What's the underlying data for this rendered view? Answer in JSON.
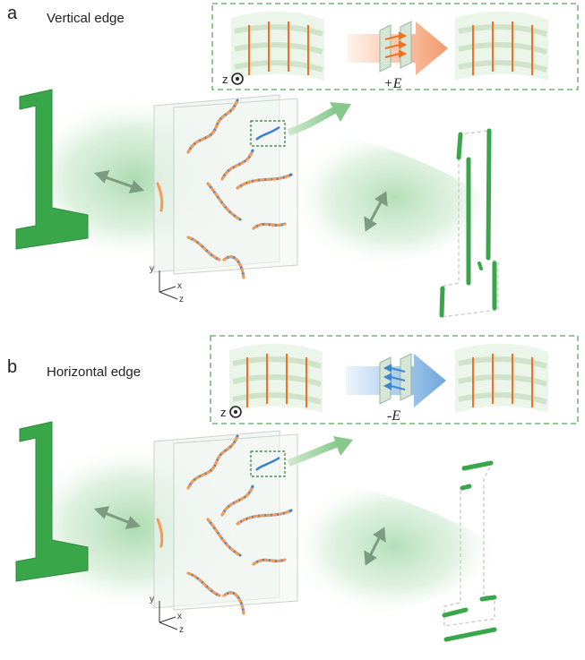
{
  "panels": [
    {
      "letter": "a",
      "title": "Vertical edge",
      "field_label": "+E",
      "z_label": "z",
      "axis_labels": {
        "y": "y",
        "x": "x",
        "z": "z"
      },
      "colors": {
        "arrow_start": "#fbe3d5",
        "arrow_end": "#f39a6d",
        "field_arrow": "#f37021"
      }
    },
    {
      "letter": "b",
      "title": "Horizontal edge",
      "field_label": "-E",
      "z_label": "z",
      "axis_labels": {
        "y": "y",
        "x": "x",
        "z": "z"
      },
      "colors": {
        "arrow_start": "#dbe9f7",
        "arrow_end": "#6fa7dc",
        "field_arrow": "#3f86d1"
      }
    }
  ],
  "colors": {
    "object_green": "#3aa64a",
    "beam_green": "#9fd3a3",
    "dashed_box": "#58a95a",
    "helix_orange": "#f59a52",
    "helix_blue": "#3c7fcf"
  }
}
